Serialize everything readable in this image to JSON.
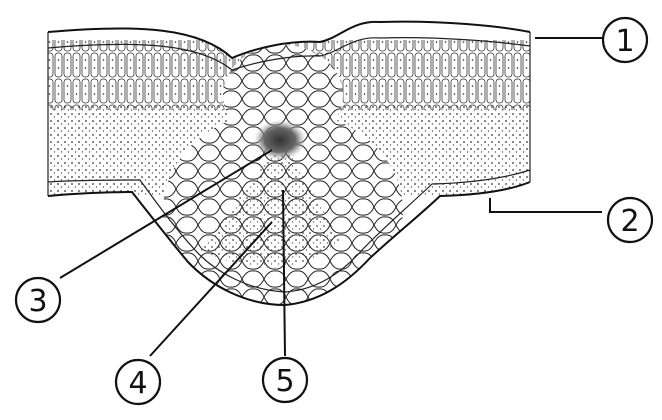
{
  "figure": {
    "ink_color": "#1a1a1a",
    "background": "#ffffff",
    "labels": [
      {
        "id": "1",
        "text": "1"
      },
      {
        "id": "2",
        "text": "2"
      },
      {
        "id": "3",
        "text": "3"
      },
      {
        "id": "4",
        "text": "4"
      },
      {
        "id": "5",
        "text": "5"
      }
    ]
  }
}
